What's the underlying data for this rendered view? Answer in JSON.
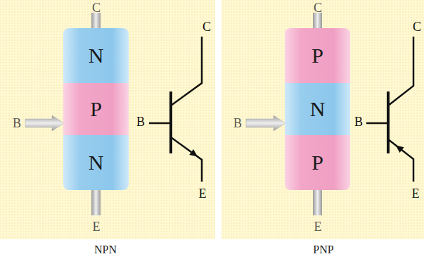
{
  "diagram": {
    "nodes": [
      {
        "text": [
          "N"
        ]
      },
      {
        "text": [
          "P"
        ]
      },
      {
        "text": [
          "N"
        ]
      },
      {
        "text": [
          "P"
        ]
      },
      {
        "text": [
          "N"
        ]
      },
      {
        "text": [
          "P"
        ]
      }
    ],
    "labels": [
      "C",
      "C",
      "B",
      "B",
      "E",
      "E",
      "NPN",
      "C",
      "C",
      "B",
      "B",
      "E",
      "E",
      "PNP"
    ]
  }
}
